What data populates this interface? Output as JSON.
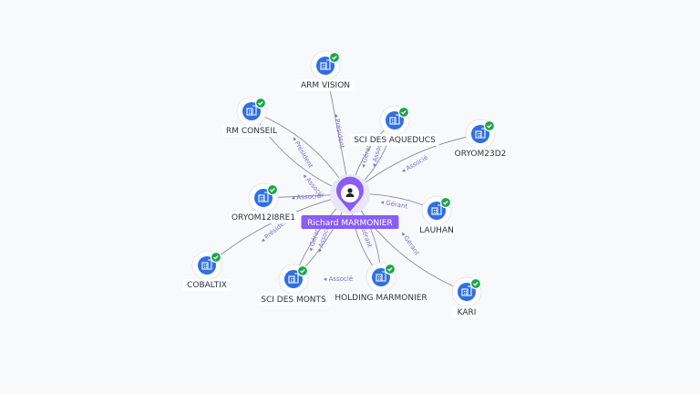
{
  "center": {
    "name": "Richard MARMONIER",
    "icon": "person-icon",
    "color": "#8b5cf6"
  },
  "colors": {
    "node": "#2f6fe4",
    "check": "#1aa54b",
    "edge_label": "#7b6fd6"
  },
  "nodes": [
    {
      "id": "arm_vision",
      "label": "ARM VISION",
      "icon": "building-icon"
    },
    {
      "id": "rm_conseil",
      "label": "RM CONSEIL",
      "icon": "building-icon"
    },
    {
      "id": "sci_aqueducs",
      "label": "SCI DES AQUEDUCS",
      "icon": "building-icon"
    },
    {
      "id": "oryom23d2",
      "label": "ORYOM23D2",
      "icon": "building-icon"
    },
    {
      "id": "oryom12",
      "label": "ORYOM12I8RE1",
      "icon": "building-icon"
    },
    {
      "id": "lauhan",
      "label": "LAUHAN",
      "icon": "building-icon"
    },
    {
      "id": "cobaltix",
      "label": "COBALTIX",
      "icon": "building-icon"
    },
    {
      "id": "sci_monts",
      "label": "SCI DES MONTS",
      "icon": "building-icon"
    },
    {
      "id": "holding",
      "label": "HOLDING MARMONIER",
      "icon": "building-icon"
    },
    {
      "id": "kari",
      "label": "KARI",
      "icon": "building-icon"
    }
  ],
  "edge_labels": {
    "president": "Président",
    "associe": "Associé",
    "gerant": "Gérant"
  },
  "edges": [
    {
      "from": "center",
      "to": "arm_vision",
      "label": "Président"
    },
    {
      "from": "center",
      "to": "rm_conseil",
      "label": "Président"
    },
    {
      "from": "center",
      "to": "rm_conseil",
      "label": "Associé"
    },
    {
      "from": "center",
      "to": "sci_aqueducs",
      "label": "Gérant"
    },
    {
      "from": "center",
      "to": "sci_aqueducs",
      "label": "Associé"
    },
    {
      "from": "center",
      "to": "oryom23d2",
      "label": "Associé"
    },
    {
      "from": "center",
      "to": "oryom12",
      "label": "Associé"
    },
    {
      "from": "center",
      "to": "lauhan",
      "label": "Gérant"
    },
    {
      "from": "center",
      "to": "cobaltix",
      "label": "Président"
    },
    {
      "from": "center",
      "to": "sci_monts",
      "label": "Gérant"
    },
    {
      "from": "center",
      "to": "sci_monts",
      "label": "Associé"
    },
    {
      "from": "center",
      "to": "holding",
      "label": "Gérant"
    },
    {
      "from": "center",
      "to": "holding",
      "label": "Associé"
    },
    {
      "from": "center",
      "to": "kari",
      "label": "Gérant"
    }
  ]
}
